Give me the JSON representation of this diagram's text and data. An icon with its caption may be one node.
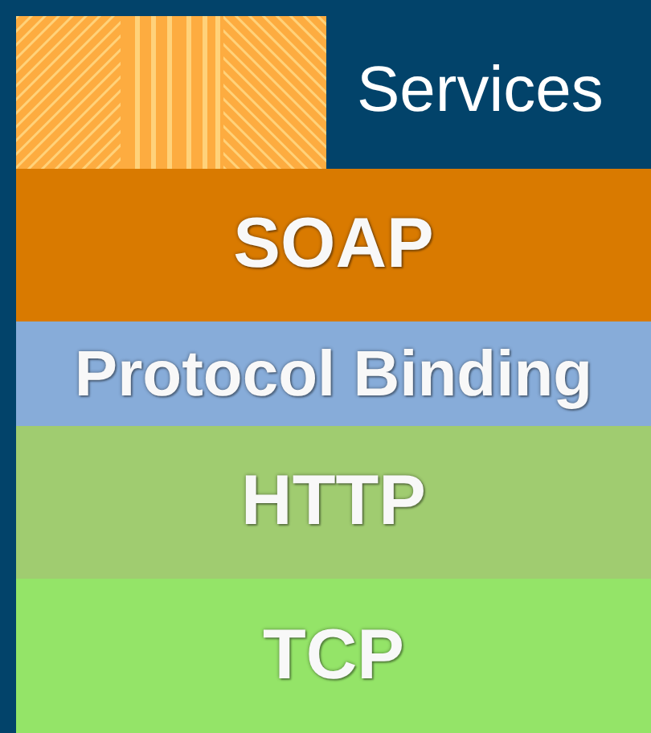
{
  "diagram": {
    "nodes": [
      {
        "text": [],
        "shape": "box"
      },
      {
        "text": [
          "SOAP"
        ]
      },
      {
        "text": [
          "Protocol Binding"
        ]
      },
      {
        "text": [
          "HTTP"
        ]
      },
      {
        "text": [
          "TCP"
        ]
      }
    ],
    "labels": [
      "Services"
    ]
  }
}
